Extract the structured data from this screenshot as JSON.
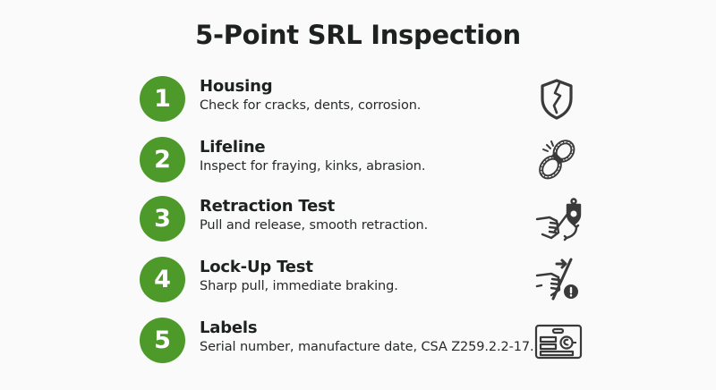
{
  "title": "5-Point SRL Inspection",
  "accent_color": "#4d9a2b",
  "items": [
    {
      "number": "1",
      "heading": "Housing",
      "description": "Check for cracks, dents, corrosion.",
      "icon": "cracked-shield-icon"
    },
    {
      "number": "2",
      "heading": "Lifeline",
      "description": "Inspect for fraying, kinks, abrasion.",
      "icon": "coiled-rope-icon"
    },
    {
      "number": "3",
      "heading": "Retraction Test",
      "description": "Pull and release, smooth retraction.",
      "icon": "hand-pull-retract-icon"
    },
    {
      "number": "4",
      "heading": "Lock-Up Test",
      "description": "Sharp pull, immediate braking.",
      "icon": "hand-pull-warning-icon"
    },
    {
      "number": "5",
      "heading": "Labels",
      "description": "Serial number, manufacture date, CSA Z259.2.2-17.",
      "icon": "csa-label-icon"
    }
  ]
}
